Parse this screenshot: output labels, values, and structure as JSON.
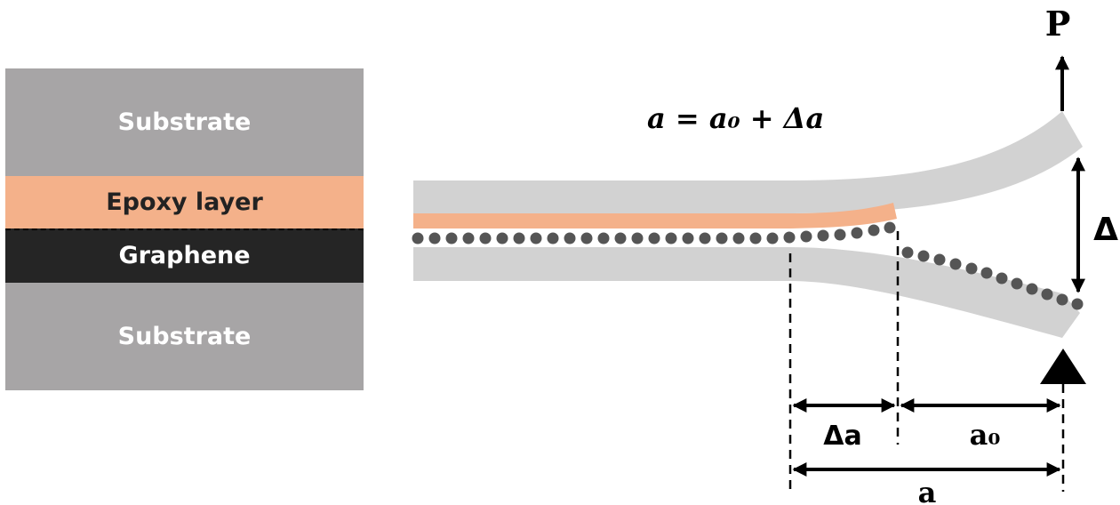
{
  "stack": {
    "top_substrate": "Substrate",
    "epoxy": "Epoxy layer",
    "graphene": "Graphene",
    "bottom_substrate": "Substrate"
  },
  "colors": {
    "substrate": "#a7a5a6",
    "epoxy": "#f4b18a",
    "graphene": "#252525",
    "beam": "#d2d2d2",
    "dot": "#555555"
  },
  "labels": {
    "load": "P",
    "displacement": "Δ",
    "equation": "a = a₀ + Δa",
    "delta_a": "Δa",
    "a0": "a₀",
    "a": "a"
  }
}
